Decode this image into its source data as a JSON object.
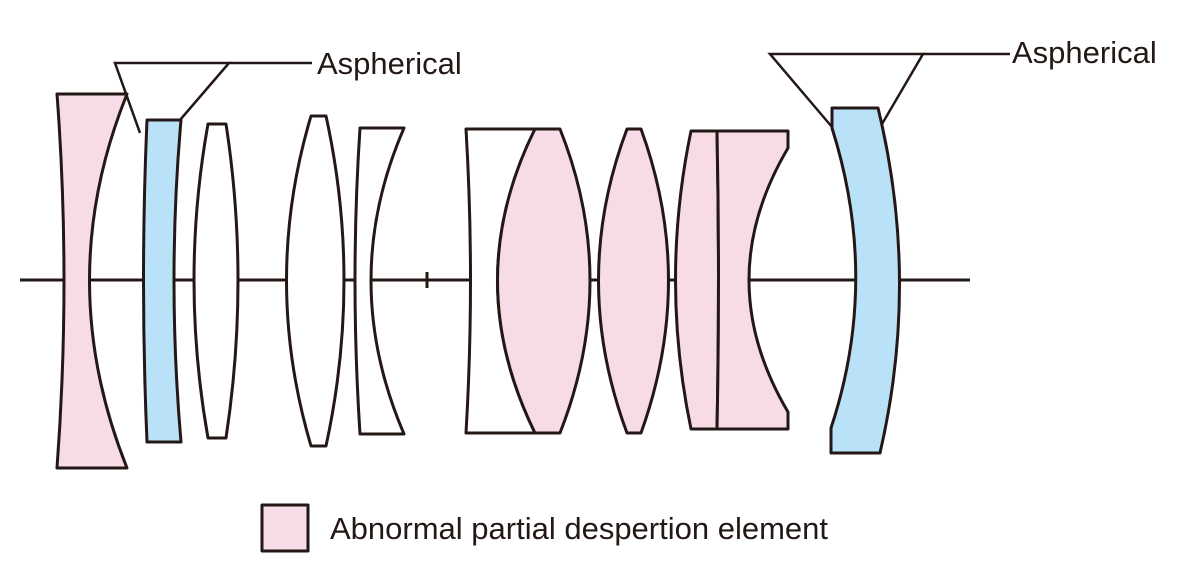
{
  "colors": {
    "ad_element": "#f7dbe7",
    "aspherical_element": "#b9e1f7",
    "plain_element": "#ffffff",
    "outline": "#231815"
  },
  "annotations": {
    "aspherical_front": "Aspherical",
    "aspherical_rear": "Aspherical"
  },
  "legend": {
    "ad_label": "Abnormal partial despertion element"
  }
}
